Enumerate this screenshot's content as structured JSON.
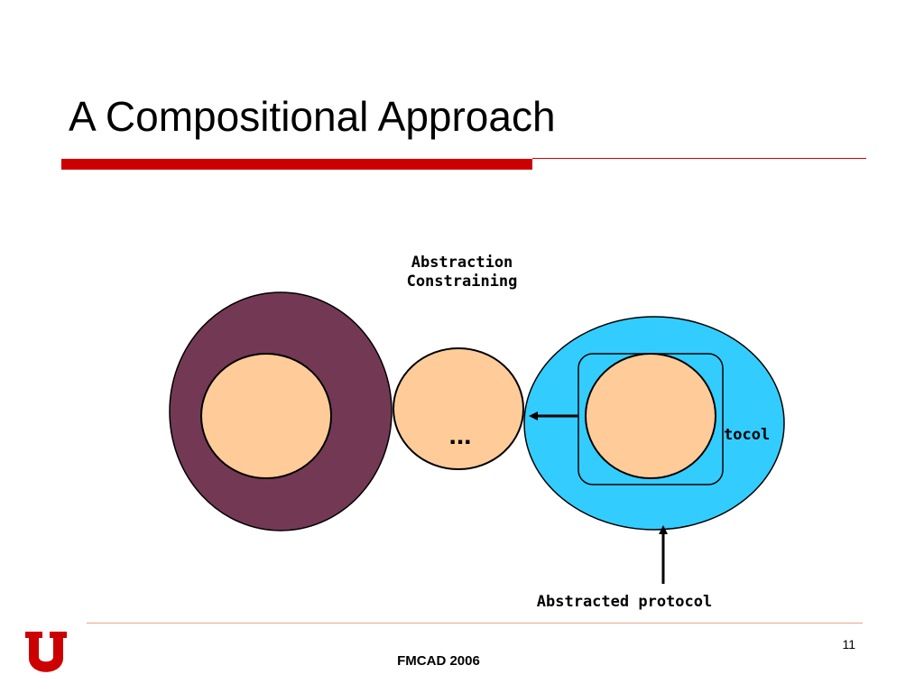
{
  "slide": {
    "title": "A Compositional Approach"
  },
  "diagram": {
    "top_label_line1": "Abstraction",
    "top_label_line2": "Constraining",
    "middle_ellipsis": "...",
    "partial_label": "tocol",
    "bottom_label": "Abstracted protocol"
  },
  "footer": {
    "conference": "FMCAD 2006",
    "page_number": "11"
  },
  "colors": {
    "title_rule": "#cc0000",
    "outer_left_circle": "#733954",
    "inner_circles": "#ffcc99",
    "right_circle": "#33ccff",
    "logo": "#cc0000"
  },
  "icons": {
    "logo": "university-u-logo"
  }
}
